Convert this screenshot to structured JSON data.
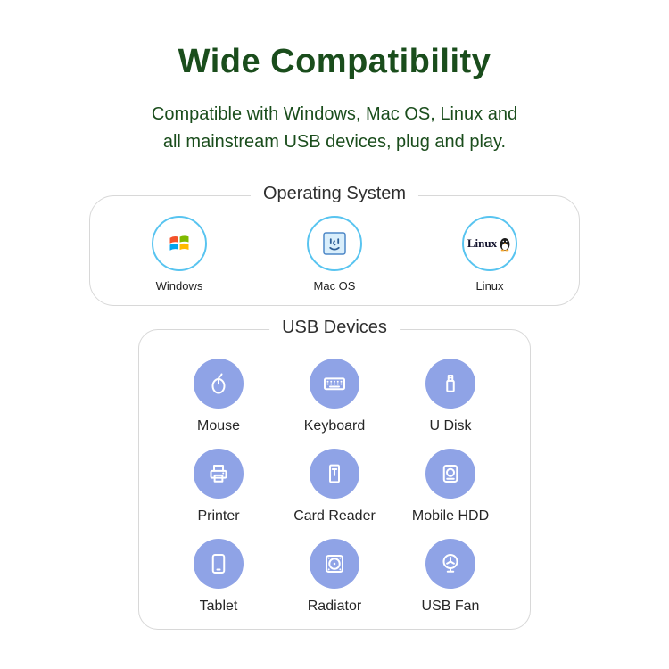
{
  "title": "Wide Compatibility",
  "subtitle": {
    "line1": "Compatible with Windows, Mac OS, Linux and",
    "line2": "all mainstream USB devices, plug and play."
  },
  "colors": {
    "title_green": "#1a4d1c",
    "icon_blue": "#8fa3e6",
    "circle_border_blue": "#58c4f0"
  },
  "os_section": {
    "label": "Operating System",
    "items": [
      {
        "name": "Windows",
        "icon": "windows-logo-icon"
      },
      {
        "name": "Mac OS",
        "icon": "mac-face-icon"
      },
      {
        "name": "Linux",
        "icon": "linux-tux-icon",
        "logo_text": "Linux"
      }
    ]
  },
  "usb_section": {
    "label": "USB Devices",
    "items": [
      {
        "name": "Mouse",
        "icon": "mouse-icon"
      },
      {
        "name": "Keyboard",
        "icon": "keyboard-icon"
      },
      {
        "name": "U Disk",
        "icon": "usb-drive-icon"
      },
      {
        "name": "Printer",
        "icon": "printer-icon"
      },
      {
        "name": "Card Reader",
        "icon": "card-reader-icon"
      },
      {
        "name": "Mobile HDD",
        "icon": "mobile-hdd-icon"
      },
      {
        "name": "Tablet",
        "icon": "tablet-icon"
      },
      {
        "name": "Radiator",
        "icon": "radiator-icon"
      },
      {
        "name": "USB Fan",
        "icon": "usb-fan-icon"
      }
    ]
  }
}
